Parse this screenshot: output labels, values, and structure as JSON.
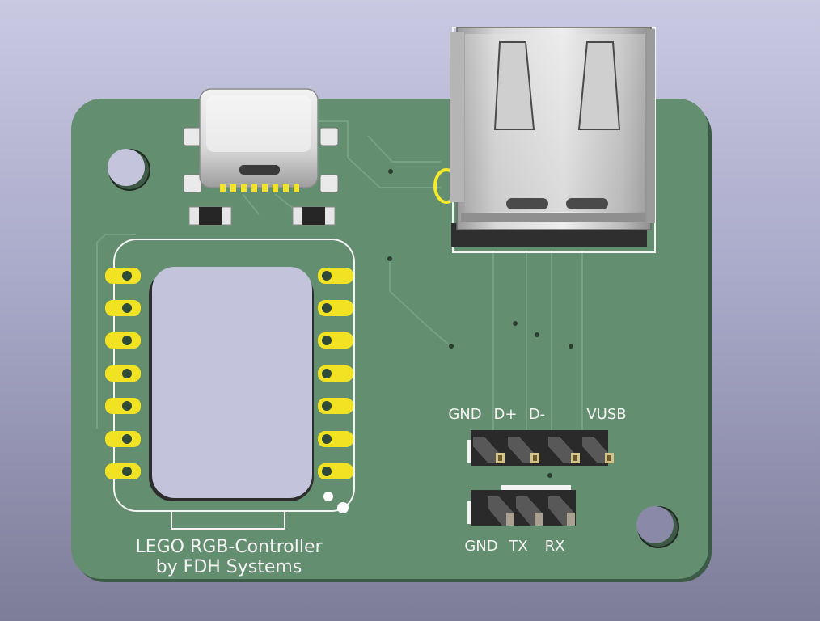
{
  "board": {
    "title_line1": "LEGO RGB-Controller",
    "title_line2": "by FDH Systems"
  },
  "usb_header": {
    "pins": [
      "GND",
      "D+",
      "D-",
      "VUSB"
    ]
  },
  "uart_header": {
    "pins": [
      "GND",
      "TX",
      "RX"
    ]
  },
  "colors": {
    "pcb": "#5f8a6c",
    "pad_gold": "#f1e324",
    "silkscreen": "#f4f4f4",
    "background": "#a9a9c9"
  }
}
